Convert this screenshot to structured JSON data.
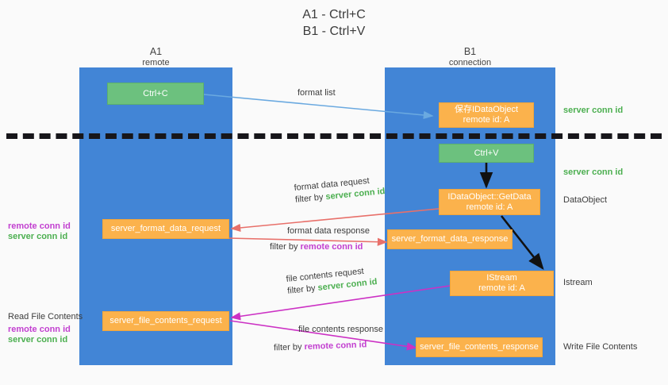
{
  "title_lines": [
    "A1 - Ctrl+C",
    "B1 - Ctrl+V"
  ],
  "colors": {
    "lane": "#4285d6",
    "node_green": "#6cc17e",
    "node_orange": "#fbb24c",
    "server_conn": "#4caf50",
    "remote_conn": "#c23fd0",
    "wire_blue": "#6aa9e0",
    "wire_red": "#e8706a",
    "wire_magenta": "#cc31c4",
    "wire_black": "#000000",
    "background": "#fafafa"
  },
  "lanes": [
    {
      "id": "a1",
      "title": "A1",
      "subtitle": "remote"
    },
    {
      "id": "b1",
      "title": "B1",
      "subtitle": "connection"
    }
  ],
  "nodes": [
    {
      "id": "ctrl-c",
      "lines": [
        "Ctrl+C"
      ],
      "color": "green"
    },
    {
      "id": "idataobject-store",
      "lines": [
        "保存IDataObject",
        "remote id: A"
      ],
      "color": "orange"
    },
    {
      "id": "ctrl-v",
      "lines": [
        "Ctrl+V"
      ],
      "color": "green"
    },
    {
      "id": "idataobject-getdata",
      "lines": [
        "IDataObject::GetData",
        "remote id: A"
      ],
      "color": "orange"
    },
    {
      "id": "server-format-data-request",
      "lines": [
        "server_format_data_request"
      ],
      "color": "orange"
    },
    {
      "id": "server-format-data-response",
      "lines": [
        "server_format_data_response"
      ],
      "color": "orange"
    },
    {
      "id": "istream",
      "lines": [
        "IStream",
        "remote id: A"
      ],
      "color": "orange"
    },
    {
      "id": "server-file-contents-request",
      "lines": [
        "server_file_contents_request"
      ],
      "color": "orange"
    },
    {
      "id": "server-file-contents-response",
      "lines": [
        "server_file_contents_response"
      ],
      "color": "orange"
    }
  ],
  "edge_labels": {
    "format_list": "format list",
    "format_data_request": "format data request",
    "format_data_request_filter_prefix": "filter by ",
    "format_data_request_filter_value": "server conn id",
    "format_data_response": "format data response",
    "format_data_response_filter_prefix": "filter by ",
    "format_data_response_filter_value": "remote conn id",
    "file_contents_request": "file contents request",
    "file_contents_request_filter_prefix": "filter by ",
    "file_contents_request_filter_value": "server conn id",
    "file_contents_response": "file contents response",
    "file_contents_response_filter_prefix": "filter by ",
    "file_contents_response_filter_value": "remote conn id"
  },
  "right_annotations": [
    {
      "id": "server-conn-id-top",
      "text": "server conn id",
      "style": "green"
    },
    {
      "id": "server-conn-id-mid",
      "text": "server conn id",
      "style": "green"
    },
    {
      "id": "dataobject-label",
      "text": "DataObject",
      "style": "plain"
    },
    {
      "id": "istream-label",
      "text": "Istream",
      "style": "plain"
    },
    {
      "id": "write-file-contents",
      "text": "Write File Contents",
      "style": "plain"
    }
  ],
  "left_annotations": [
    {
      "id": "left-conn-ids-upper",
      "lines": [
        {
          "text": "remote conn id",
          "style": "purple"
        },
        {
          "text": "server conn id",
          "style": "green"
        }
      ]
    },
    {
      "id": "read-file-contents",
      "lines": [
        {
          "text": "Read File Contents",
          "style": "plain"
        },
        {
          "text": "remote conn id",
          "style": "purple"
        },
        {
          "text": "server conn id",
          "style": "green"
        }
      ]
    }
  ]
}
